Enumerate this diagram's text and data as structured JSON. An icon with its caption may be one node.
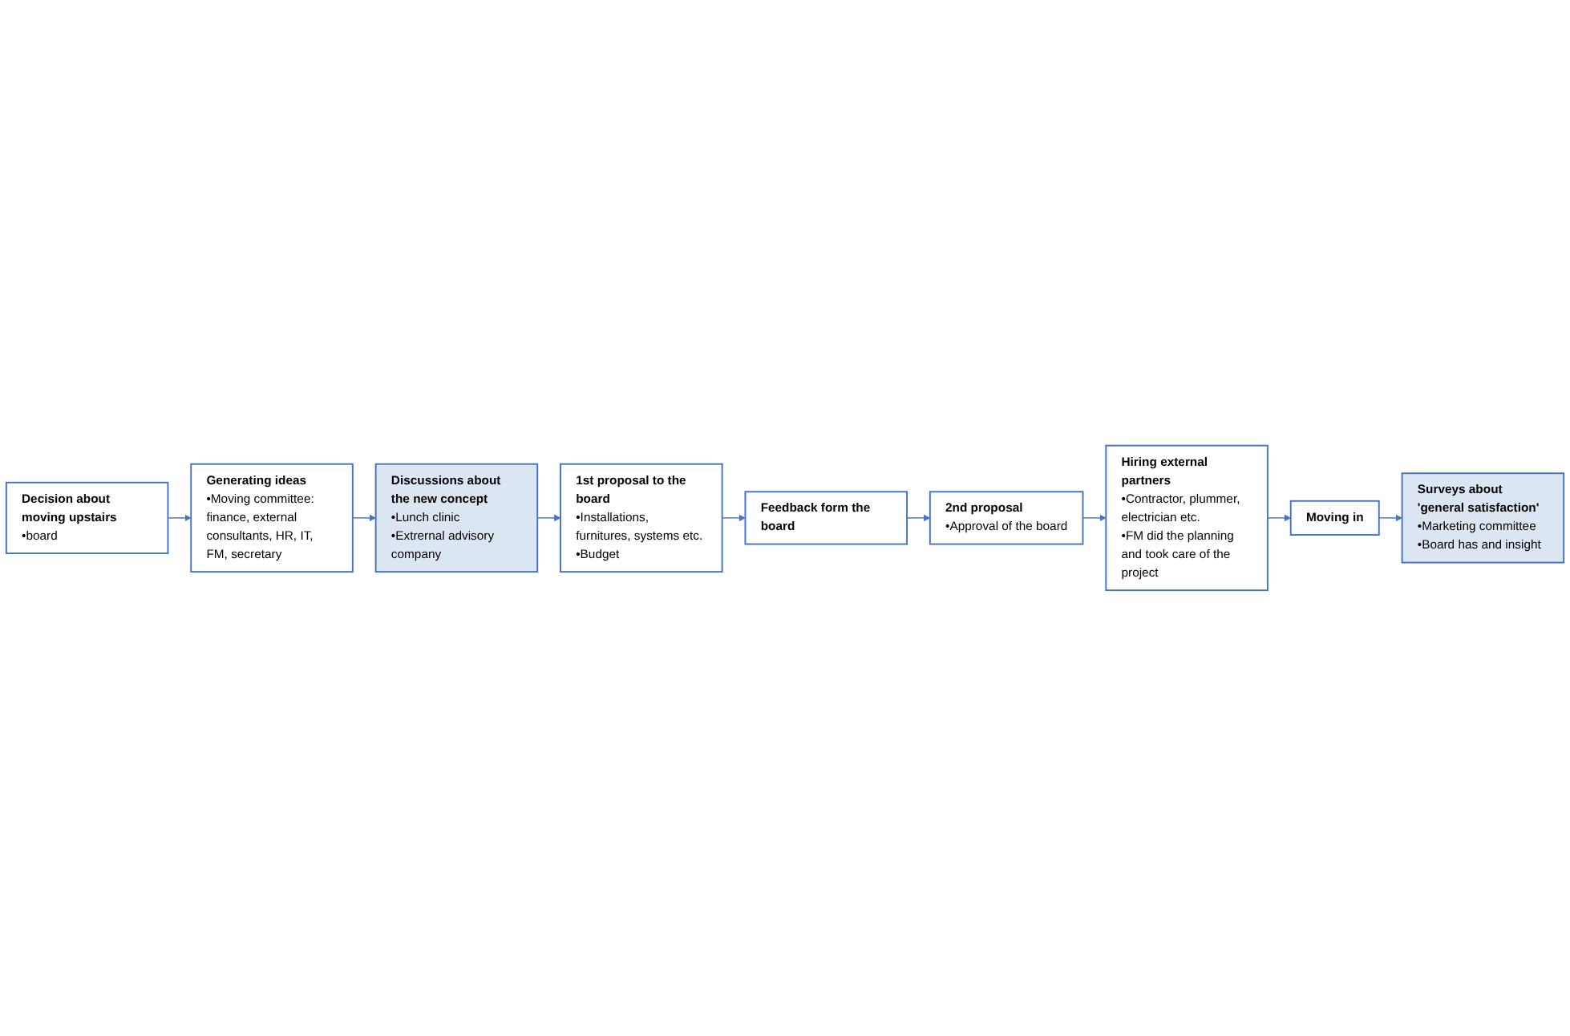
{
  "diagram": {
    "nodes": [
      {
        "text": [
          "Decision about moving upstairs",
          "•board"
        ]
      },
      {
        "text": [
          "Generating ideas",
          "•Moving committee: finance, external consultants, HR, IT, FM, secretary"
        ]
      },
      {
        "text": [
          "Discussions about the new concept",
          "•Lunch clinic",
          "•Extrernal advisory company"
        ]
      },
      {
        "text": [
          "1st proposal to the board",
          "•Installations, furnitures, systems etc.",
          "•Budget"
        ]
      },
      {
        "text": [
          "Feedback form the board"
        ]
      },
      {
        "text": [
          "2nd proposal",
          "•Approval of the board"
        ]
      },
      {
        "text": [
          "Hiring external partners",
          "•Contractor, plummer, electrician etc.",
          "•FM did the planning and took care of the project"
        ]
      },
      {
        "text": [
          "Moving in"
        ]
      },
      {
        "text": [
          "Surveys about 'general satisfaction'",
          "•Marketing committee",
          "•Board has and insight"
        ]
      }
    ],
    "edges": [
      {
        "from": 0,
        "to": 1,
        "arrow": "to"
      },
      {
        "from": 1,
        "to": 2,
        "arrow": "to"
      },
      {
        "from": 2,
        "to": 3,
        "arrow": "to"
      },
      {
        "from": 3,
        "to": 4,
        "arrow": "to"
      },
      {
        "from": 4,
        "to": 5,
        "arrow": "to"
      },
      {
        "from": 5,
        "to": 6,
        "arrow": "to"
      },
      {
        "from": 6,
        "to": 7,
        "arrow": "to"
      },
      {
        "from": 7,
        "to": 8,
        "arrow": "to"
      }
    ]
  }
}
